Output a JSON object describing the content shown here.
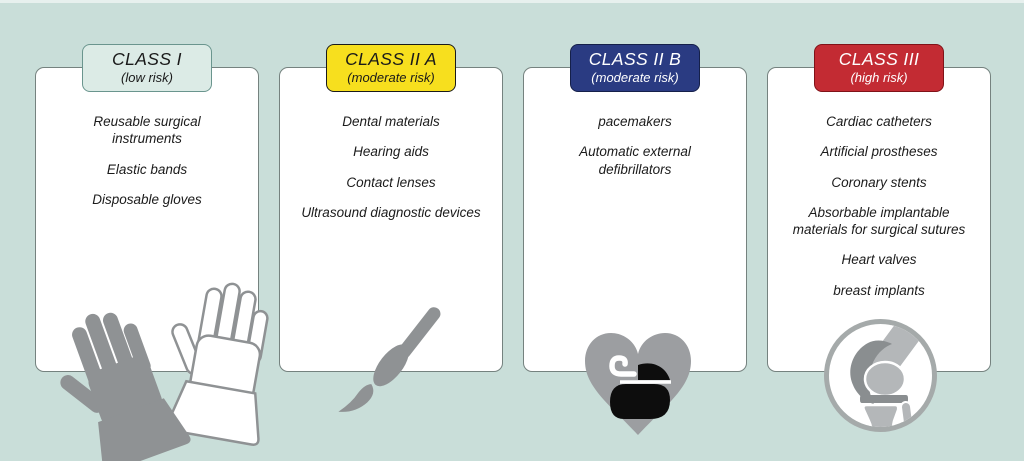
{
  "colors": {
    "background": "#c9ded9",
    "card_bg": "#ffffff",
    "card_border": "#75827f",
    "icon_gray": "#8f9294",
    "heart_gray": "#9c9ea1",
    "pacemaker_black": "#0d0d0d",
    "bone_gray": "#b4b7b9",
    "implant_gray": "#8a8e90",
    "circle_ring": "#a5aaaa"
  },
  "cards": [
    {
      "title": "CLASS I",
      "subtitle": "(low risk)",
      "header_bg": "#dcebe6",
      "header_border": "#6a958e",
      "header_text": "#1a1a1a",
      "icon": "gloves-icon",
      "items": [
        "Reusable surgical instruments",
        "Elastic bands",
        "Disposable gloves"
      ]
    },
    {
      "title": "CLASS II A",
      "subtitle": "(moderate risk)",
      "header_bg": "#f7df1e",
      "header_border": "#1a1a1a",
      "header_text": "#1a1a1a",
      "icon": "scalpel-icon",
      "items": [
        "Dental materials",
        "Hearing aids",
        "Contact lenses",
        "Ultrasound diagnostic devices"
      ]
    },
    {
      "title": "CLASS II B",
      "subtitle": "(moderate risk)",
      "header_bg": "#2a3b82",
      "header_border": "#15204a",
      "header_text": "#ffffff",
      "icon": "pacemaker-heart-icon",
      "items": [
        "pacemakers",
        "Automatic external defibrillators"
      ]
    },
    {
      "title": "CLASS III",
      "subtitle": "(high risk)",
      "header_bg": "#c32b33",
      "header_border": "#801218",
      "header_text": "#ffffff",
      "icon": "knee-implant-icon",
      "items": [
        "Cardiac catheters",
        "Artificial prostheses",
        "Coronary stents",
        "Absorbable implantable materials for surgical sutures",
        "Heart valves",
        "breast implants"
      ]
    }
  ]
}
